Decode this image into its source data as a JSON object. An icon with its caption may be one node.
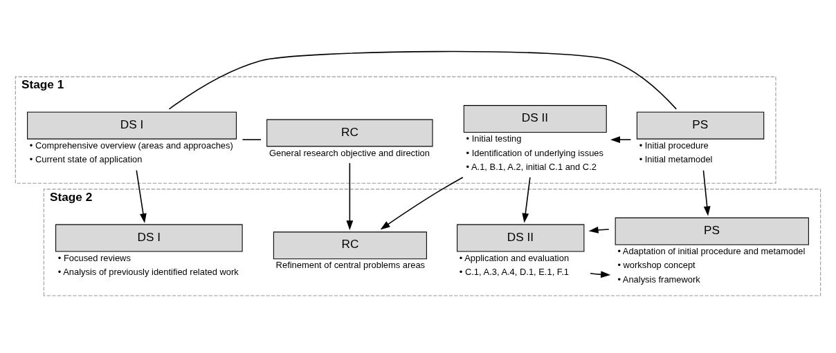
{
  "diagram": {
    "nodes": [
      {
        "text": [
          "Stage 1"
        ]
      },
      {
        "text": [
          "RC"
        ],
        "in": 0,
        "beside": [
          "General research objective and direction"
        ]
      },
      {
        "text": [
          "DS I"
        ],
        "in": 0,
        "beside": [
          "• Comprehensive overview (areas and approaches)",
          "• Current state of application"
        ]
      },
      {
        "text": [
          "PS"
        ],
        "in": 0,
        "beside": [
          "• Initial procedure",
          "• Initial metamodel"
        ]
      },
      {
        "text": [
          "DS II"
        ],
        "in": 0,
        "beside": [
          "• Initial testing",
          "• Identification of underlying issues",
          "• A.1, B.1, A.2, initial C.1 and C.2"
        ]
      },
      {
        "text": [
          "Stage 2"
        ]
      },
      {
        "text": [
          "RC"
        ],
        "in": 5,
        "beside": [
          "Refinement of central problems areas"
        ]
      },
      {
        "text": [
          "DS I"
        ],
        "in": 5,
        "beside": [
          "• Focused reviews",
          "• Analysis of previously identified related work"
        ]
      },
      {
        "text": [
          "PS"
        ],
        "in": 5,
        "beside": [
          "• Adaptation of initial procedure and metamodel",
          "• workshop concept",
          "• Analysis framework"
        ]
      },
      {
        "text": [
          "DS II"
        ],
        "in": 5,
        "beside": [
          "• Application and evaluation",
          "• C.1, A.3, A.4, D.1, E.1, F.1"
        ]
      }
    ],
    "edges": [
      {
        "from": 1,
        "to": 2,
        "arrow": "none"
      },
      {
        "from": 2,
        "to": 3,
        "arrow": "none"
      },
      {
        "from": 3,
        "to": 4,
        "arrow": "to"
      },
      {
        "from": 1,
        "to": 6,
        "arrow": "to"
      },
      {
        "from": 4,
        "to": 6,
        "arrow": "to"
      },
      {
        "from": 2,
        "to": 7,
        "arrow": "to"
      },
      {
        "from": 3,
        "to": 8,
        "arrow": "to"
      },
      {
        "from": 4,
        "to": 9,
        "arrow": "to"
      },
      {
        "from": 9,
        "to": 8,
        "arrow": "to"
      },
      {
        "from": 8,
        "to": 9,
        "arrow": "to"
      }
    ]
  }
}
